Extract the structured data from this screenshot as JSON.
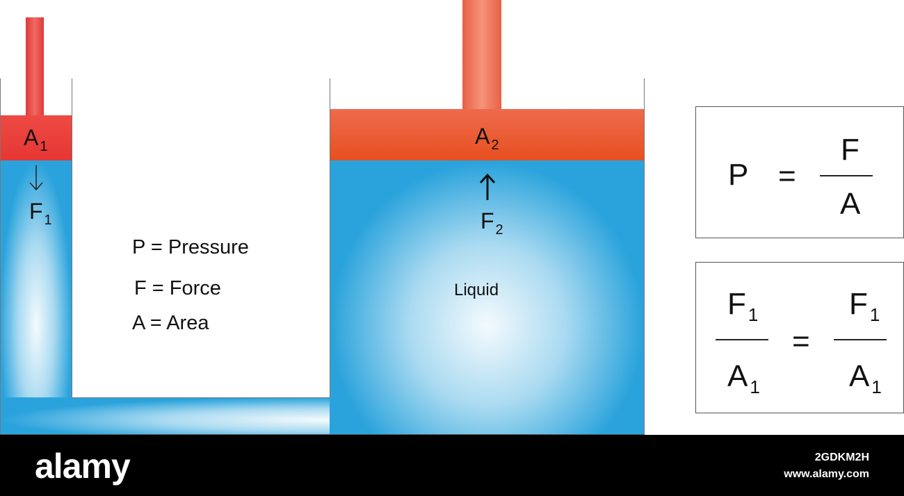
{
  "diagram": {
    "small_piston_label": "A",
    "small_piston_sub": "1",
    "small_force_label": "F",
    "small_force_sub": "1",
    "large_piston_label": "A",
    "large_piston_sub": "2",
    "large_force_label": "F",
    "large_force_sub": "2",
    "liquid_label": "Liquid",
    "legend": [
      "P = Pressure",
      "F = Force",
      "A = Area"
    ],
    "colors": {
      "liquid": "#2aa3dc",
      "piston": "#e85a2a",
      "small_rod": "#e9483f"
    }
  },
  "formula1": {
    "left": "P",
    "equals": "=",
    "numerator": "F",
    "denominator": "A"
  },
  "formula2": {
    "left_num": "F",
    "left_num_sub": "1",
    "left_den": "A",
    "left_den_sub": "1",
    "equals": "=",
    "right_num": "F",
    "right_num_sub": "1",
    "right_den": "A",
    "right_den_sub": "1"
  },
  "footer": {
    "brand": "alamy",
    "image_id": "2GDKM2H",
    "site": "www.alamy.com"
  }
}
